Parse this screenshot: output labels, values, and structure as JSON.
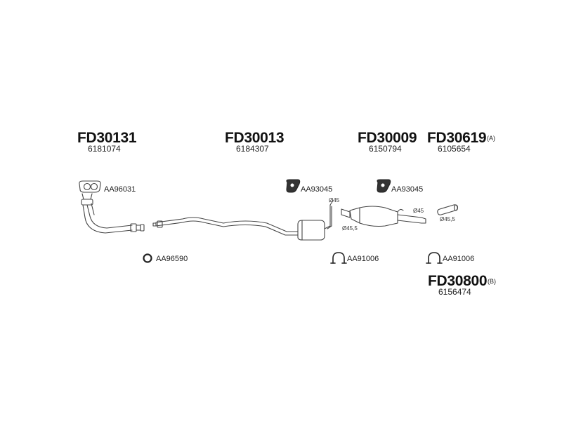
{
  "parts": [
    {
      "code": "FD30131",
      "oem": "6181074"
    },
    {
      "code": "FD30013",
      "oem": "6184307"
    },
    {
      "code": "FD30009",
      "oem": "6150794"
    },
    {
      "code": "FD30619",
      "oem": "6105654",
      "suffix": "(A)"
    },
    {
      "code": "FD30800",
      "oem": "6156474",
      "suffix": "(B)"
    }
  ],
  "accessories": {
    "gasket": "AA96031",
    "ring": "AA96590",
    "hanger_1": "AA93045",
    "hanger_2": "AA93045",
    "clamp_1": "AA91006",
    "clamp_2": "AA91006"
  },
  "dimensions": {
    "d1": "Ø45",
    "d2": "Ø45,5",
    "d3": "Ø45",
    "d4": "Ø45,5"
  }
}
